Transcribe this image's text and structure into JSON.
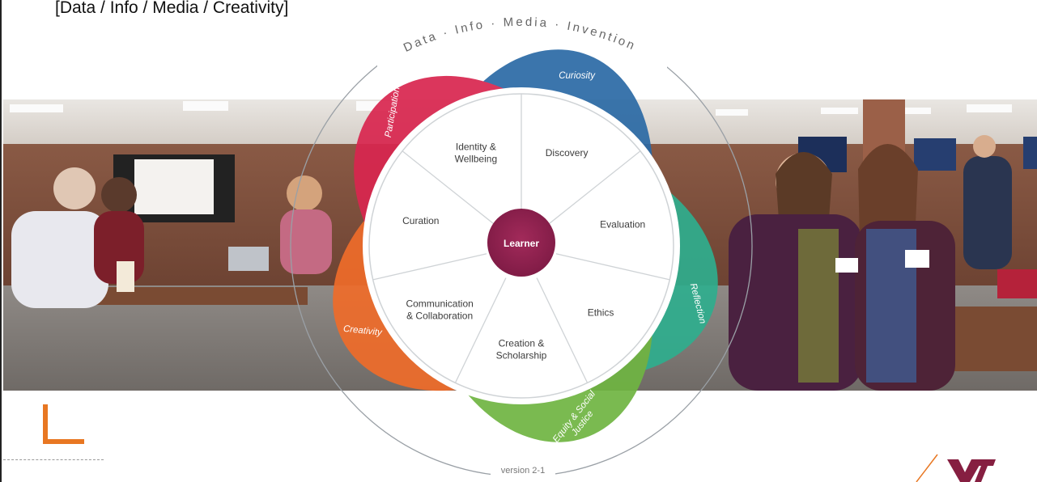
{
  "header": {
    "title": "[Data / Info / Media / Creativity]"
  },
  "framework": {
    "arc_label": "Data · Info · Media · Invention",
    "center": "Learner",
    "version": "version 2-1",
    "segments": [
      {
        "lines": [
          "Identity &",
          "Wellbeing"
        ]
      },
      {
        "lines": [
          "Discovery"
        ]
      },
      {
        "lines": [
          "Evaluation"
        ]
      },
      {
        "lines": [
          "Ethics"
        ]
      },
      {
        "lines": [
          "Creation &",
          "Scholarship"
        ]
      },
      {
        "lines": [
          "Communication",
          "& Collaboration"
        ]
      },
      {
        "lines": [
          "Curation"
        ]
      }
    ],
    "petals": [
      {
        "name": "Curiosity",
        "color": "#2b6aa5"
      },
      {
        "name": "Reflection",
        "color": "#2fae8e"
      },
      {
        "name": "Equity & Social Justice",
        "lines": [
          "Equity & Social",
          "Justice"
        ],
        "color": "#6fb542"
      },
      {
        "name": "Creativity",
        "color": "#ef6c2a"
      },
      {
        "name": "Participation",
        "color": "#d9264f"
      }
    ],
    "center_color": "#8e1f4f"
  },
  "branding": {
    "logo": "VT",
    "accent_color": "#e87722",
    "brand_color": "#861f41"
  }
}
